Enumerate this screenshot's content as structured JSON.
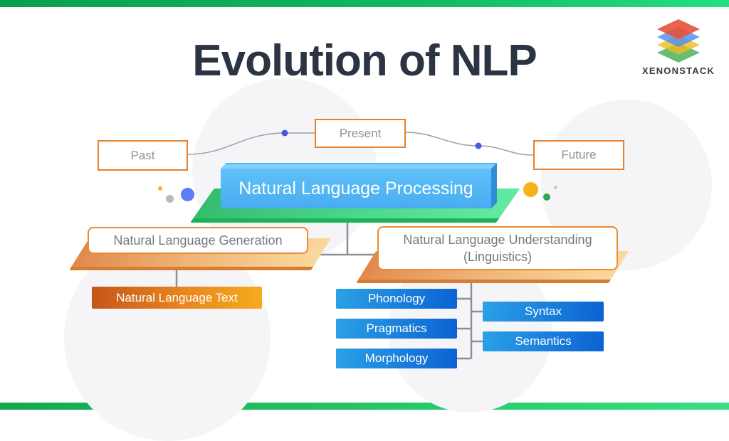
{
  "page": {
    "title": "Evolution of NLP"
  },
  "brand": {
    "name": "XENONSTACK",
    "logo_colors": [
      "#e8503a",
      "#4a8df0",
      "#f0bc1e",
      "#3fae52"
    ]
  },
  "timeline": {
    "items": [
      {
        "label": "Past"
      },
      {
        "label": "Present"
      },
      {
        "label": "Future"
      }
    ]
  },
  "diagram": {
    "root": {
      "label": "Natural Language Processing"
    },
    "branches": [
      {
        "label": "Natural Language Generation",
        "children": [
          {
            "label": "Natural Language Text"
          }
        ]
      },
      {
        "label": "Natural Language Understanding",
        "sublabel": "(Linguistics)",
        "children": [
          {
            "label": "Phonology"
          },
          {
            "label": "Pragmatics"
          },
          {
            "label": "Morphology"
          },
          {
            "label": "Syntax"
          },
          {
            "label": "Semantics"
          }
        ]
      }
    ]
  },
  "colors": {
    "accent_green": "#23e07e",
    "accent_orange": "#e5802e",
    "node_blue": "#0b62d1",
    "title_text": "#2b3443"
  }
}
